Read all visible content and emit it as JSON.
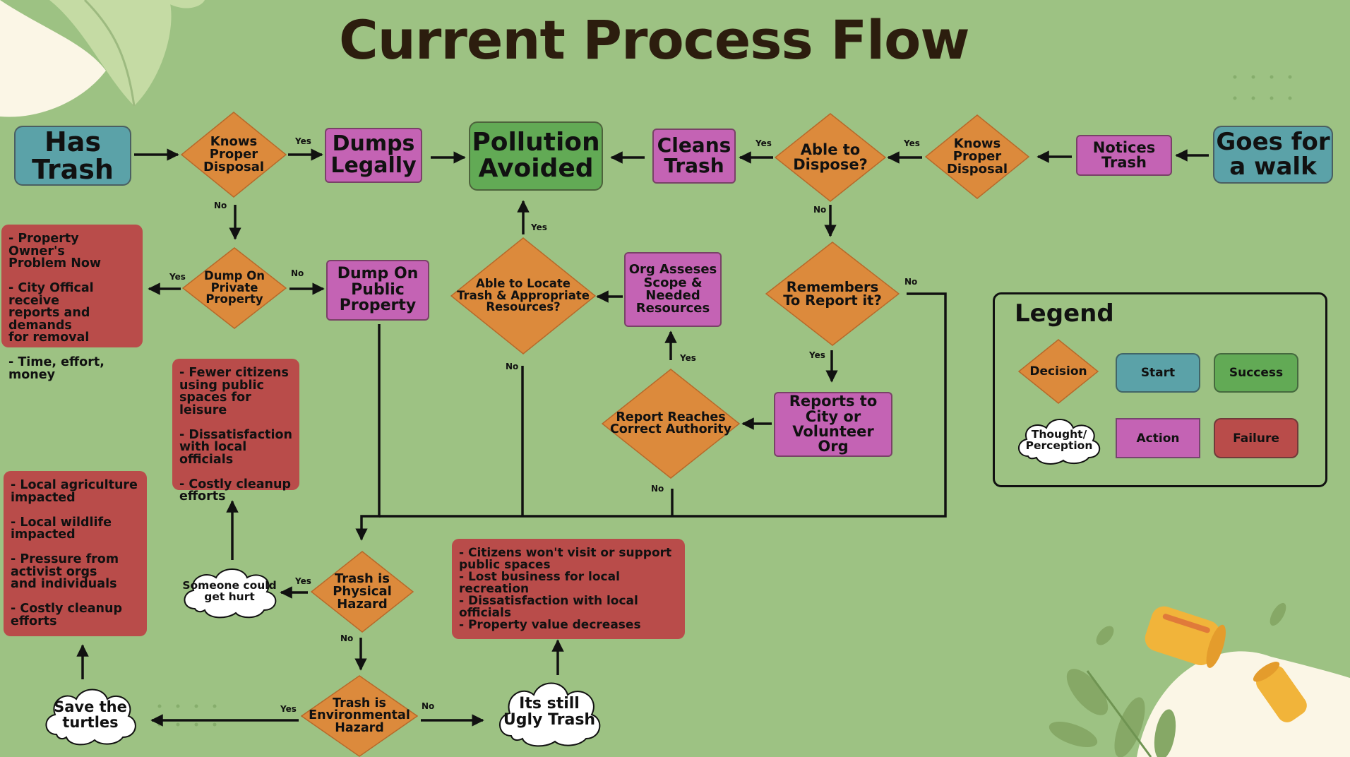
{
  "title": "Current Process Flow",
  "colors": {
    "background": "#9dc283",
    "decision": "#dc8a3c",
    "start": "#5ba2a8",
    "success": "#62aa55",
    "action": "#c463b4",
    "failure": "#b94c4a",
    "title": "#2c1d0e"
  },
  "nodes": {
    "has_trash": "Has\nTrash",
    "knows_proper_disposal_left": "Knows\nProper\nDisposal",
    "dumps_legally": "Dumps\nLegally",
    "pollution_avoided": "Pollution\nAvoided",
    "cleans_trash": "Cleans\nTrash",
    "able_to_dispose": "Able to\nDispose?",
    "knows_proper_disposal_right": "Knows\nProper\nDisposal",
    "notices_trash": "Notices\nTrash",
    "goes_for_walk": "Goes for\na walk",
    "property_owner_problem": "- Property Owner's\nProblem Now\n\n- City Offical receive\nreports and demands\nfor removal\n\n- Time, effort, money",
    "dump_private": "Dump On\nPrivate\nProperty",
    "dump_public": "Dump On\nPublic\nProperty",
    "able_to_locate": "Able to Locate\nTrash & Appropriate\nResources?",
    "org_assesses": "Org Asseses\nScope &\nNeeded\nResources",
    "remembers_to_report": "Remembers\nTo Report it?",
    "report_reaches": "Report Reaches\nCorrect Authority",
    "reports_to_city": "Reports to\nCity or\nVolunteer Org",
    "fewer_citizens": "- Fewer citizens\nusing public\nspaces for leisure\n\n- Dissatisfaction\nwith local officials\n\n- Costly cleanup\nefforts",
    "local_agriculture": "- Local agriculture\nimpacted\n\n- Local wildlife\nimpacted\n\n- Pressure from\nactivist orgs\nand individuals\n\n- Costly cleanup\nefforts",
    "someone_hurt": "Someone could\nget hurt",
    "physical_hazard": "Trash is\nPhysical\nHazard",
    "citizens_wont_visit": "- Citizens won't visit or support\npublic spaces\n- Lost business for local recreation\n- Dissatisfaction with local\nofficials\n- Property value decreases",
    "save_turtles": "Save the\nturtles",
    "environmental_hazard": "Trash is\nEnvironmental\nHazard",
    "still_ugly": "Its still\nUgly Trash"
  },
  "edge_labels": {
    "yes": "Yes",
    "no": "No"
  },
  "legend": {
    "title": "Legend",
    "decision": "Decision",
    "start": "Start",
    "success": "Success",
    "thought": "Thought/\nPerception",
    "action": "Action",
    "failure": "Failure"
  }
}
